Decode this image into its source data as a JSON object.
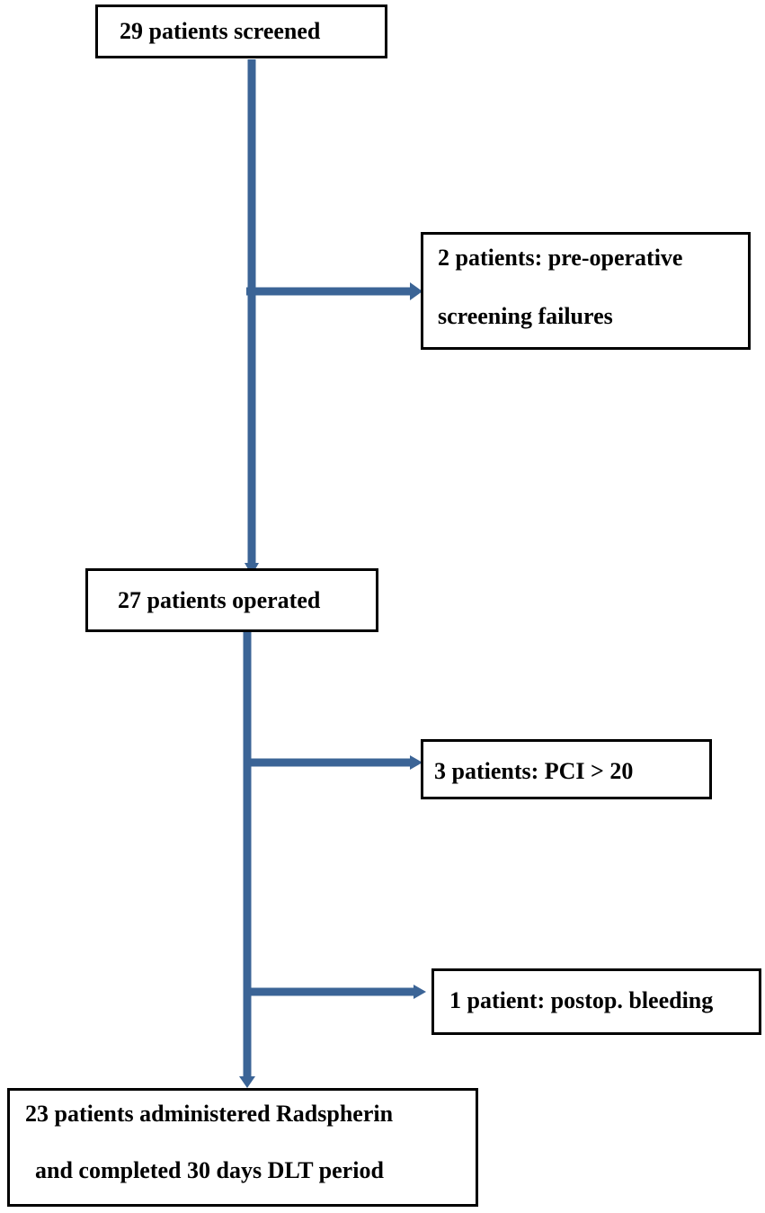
{
  "flowchart": {
    "screened": "29 patients screened",
    "exclusion_1": [
      "2 patients: pre-operative",
      "screening failures"
    ],
    "operated": "27 patients operated",
    "exclusion_2": "3 patients: PCI > 20",
    "exclusion_3": "1 patient: postop. bleeding",
    "final": [
      "23 patients administered Radspherin",
      "and completed 30 days DLT period"
    ]
  },
  "colors": {
    "arrow": "#3b6496",
    "border": "#000000",
    "background": "#ffffff"
  }
}
